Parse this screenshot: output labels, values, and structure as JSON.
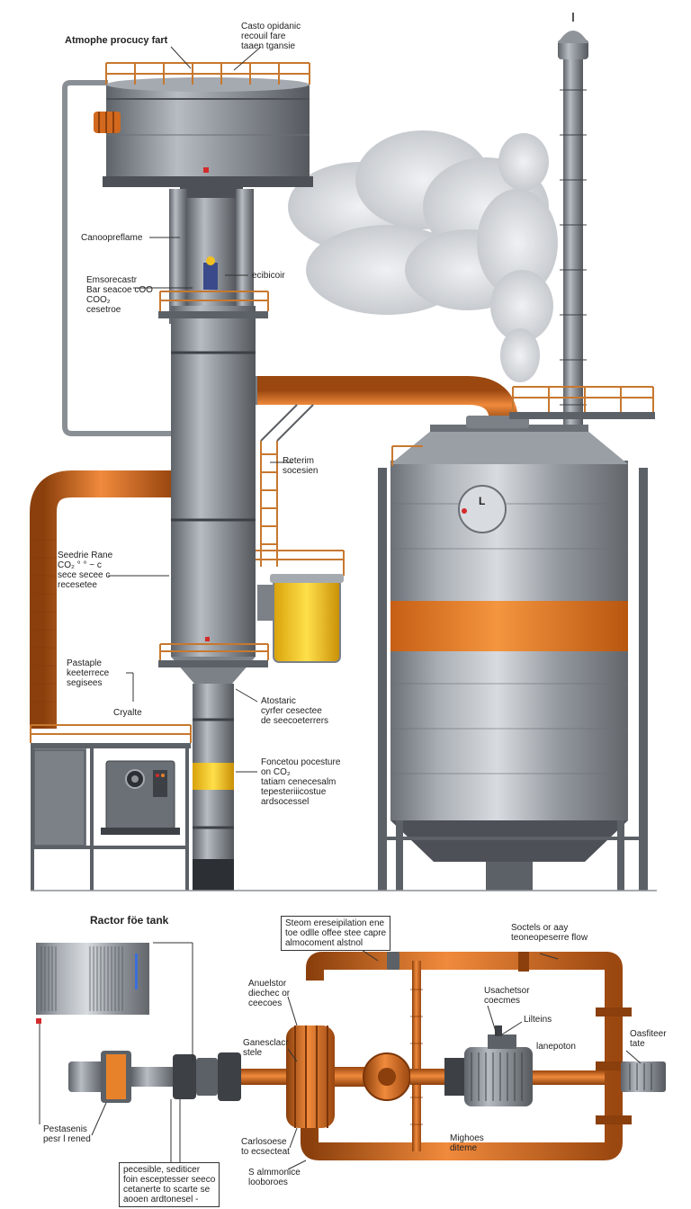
{
  "labels": {
    "atmosphere_tank": "Atmophe procucy fart",
    "caste_note": "Casto opidanic\nrecouil fare\ntaaen tgansie",
    "canoopreflame": "Canoopreflame",
    "emisorecastr": "Emsorecastr\nBar seacoe cOO\nCOO₂\ncesetroe",
    "ecibicoir": "ecibicoir",
    "reterim": "Reterim\nsocesien",
    "seedrie": "Seedrie Rane\nCO₂ ° ° ~ c\nsece secee c\nrecesetee",
    "pastaple": "Pastaple\nkeeterrece\nsegisees",
    "cryalte": "Cryalte",
    "atostaric": "Atostaric\ncyrfer cesectee\nde seecoeterrers",
    "foncetou": "Foncetou pocesture\non CO₂\ntatiam cenecesalm\ntepesteriiicostue\nardsocessel",
    "gauge_letter": "L",
    "reactor_tank": "Ractor föe tank",
    "steam_note": "Steom ereseipilation ene\ntoe odlle offee stee capre\nalmocoment alstnol",
    "sootels": "Soctels or aay\nteoneopeserre flow",
    "anuelstor": "Anuelstor\ndiechec or\nceecoes",
    "usachetor": "Usachetsor\ncoecmes",
    "lilteins": "Lilteins",
    "ganesclaor": "Ganesclacr\nstele",
    "lanepoton": "lanepoton",
    "oasfiteer": "Oasfiteer\ntate",
    "pestasenis": "Pestasenis\npesr l rened",
    "carlosoese": "Carlosoese\nto ecsecteat",
    "mighoes": "Mighoes\nditeme",
    "coneesible": "pecesible, sediticer\nfoin esceptesser seeco\ncetanerte to scarte se\naooen ardtonesel -",
    "salmmonice": "S almmonice\nlooboroes"
  },
  "colors": {
    "steel": "#8a8f95",
    "steel_dark": "#5c6167",
    "pipe": "#d2691e",
    "pipe_dark": "#9a4710",
    "band": "#e8822a",
    "railing": "#c7782f",
    "liquid": "#f2c21a",
    "smoke": "#c9ccd1"
  }
}
